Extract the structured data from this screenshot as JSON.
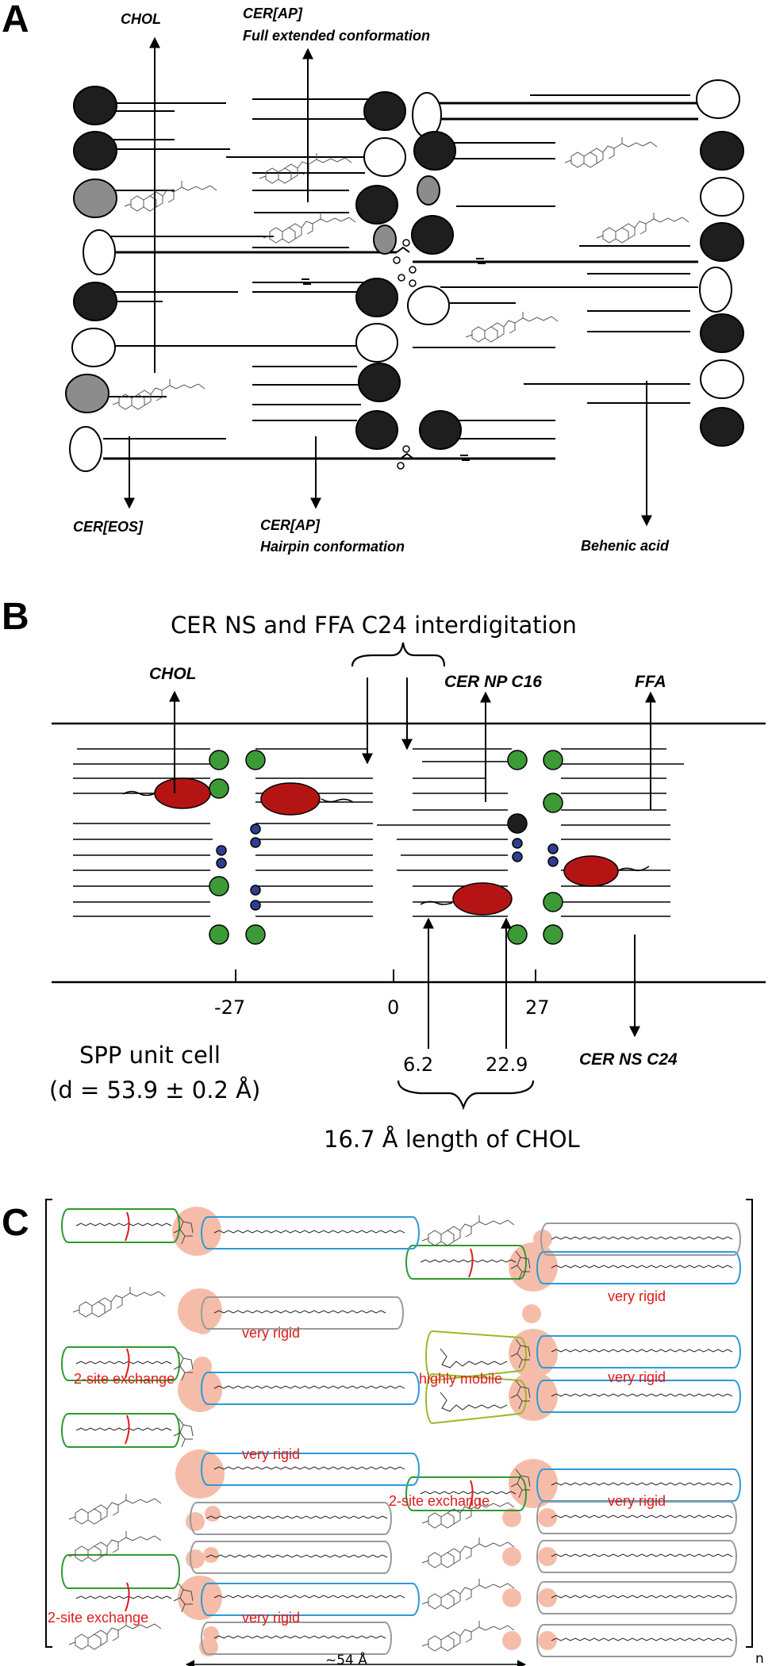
{
  "panels": [
    "A",
    "B",
    "C"
  ],
  "panel_a": {
    "chol": "CHOL",
    "cer_ap_extended_1": "CER[AP]",
    "cer_ap_extended_2": "Full extended conformation",
    "cer_eos": "CER[EOS]",
    "cer_ap_hairpin_1": "CER[AP]",
    "cer_ap_hairpin_2": "Hairpin conformation",
    "behenic_acid": "Behenic acid",
    "colors": {
      "black_head": "#1e1e1e",
      "gray_head": "#8c8c8c",
      "white_head": "#ffffff"
    }
  },
  "panel_b": {
    "title": "CER NS and FFA C24 interdigitation",
    "chol": "CHOL",
    "cer_np": "CER NP C16",
    "ffa": "FFA",
    "cer_ns": "CER NS C24",
    "ticks": [
      "-27",
      "0",
      "27"
    ],
    "unit_cell_1": "SPP unit cell",
    "unit_cell_2": "(d = 53.9 ± 0.2 Å)",
    "pos_1": "6.2",
    "pos_2": "22.9",
    "chol_length": "16.7 Å length of CHOL",
    "colors": {
      "green_head": "#3c9a37",
      "blue_head": "#2e3f91",
      "chol_red": "#b51414"
    }
  },
  "panel_c": {
    "very_rigid": "very rigid",
    "two_site": "2-site exchange",
    "highly_mobile": "highly mobile",
    "dimension": "~54 Å",
    "subscript": "n",
    "colors": {
      "green_tube": "#2e9a2e",
      "blue_tube": "#2d9ad9",
      "gray_tube": "#9a9a9a",
      "lime_tube": "#9ab82a",
      "salmon": "#f4b6a0",
      "label_red": "#e11919"
    }
  }
}
